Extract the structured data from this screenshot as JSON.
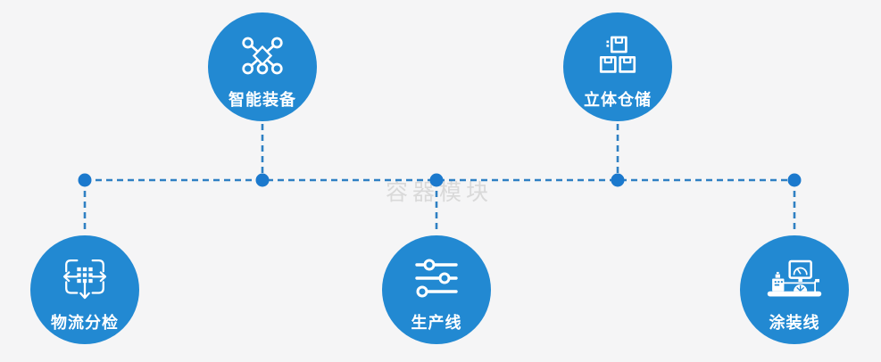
{
  "watermark": {
    "text": "容器模块"
  },
  "colors": {
    "background": "#f5f5f6",
    "node_fill": "#2289d2",
    "connector": "#2f80c3",
    "dot": "#1b79cd",
    "icon": "#ffffff",
    "label": "#ffffff",
    "watermark": "#d9d9d9"
  },
  "nodes": [
    {
      "label": "智能装备",
      "icon": "network-nodes-icon",
      "position": "top-left"
    },
    {
      "label": "立体仓储",
      "icon": "stacked-boxes-icon",
      "position": "top-right"
    },
    {
      "label": "物流分检",
      "icon": "dispatch-arrows-icon",
      "position": "bottom-left"
    },
    {
      "label": "生产线",
      "icon": "sliders-icon",
      "position": "bottom-center"
    },
    {
      "label": "涂装线",
      "icon": "control-station-icon",
      "position": "bottom-right"
    }
  ]
}
